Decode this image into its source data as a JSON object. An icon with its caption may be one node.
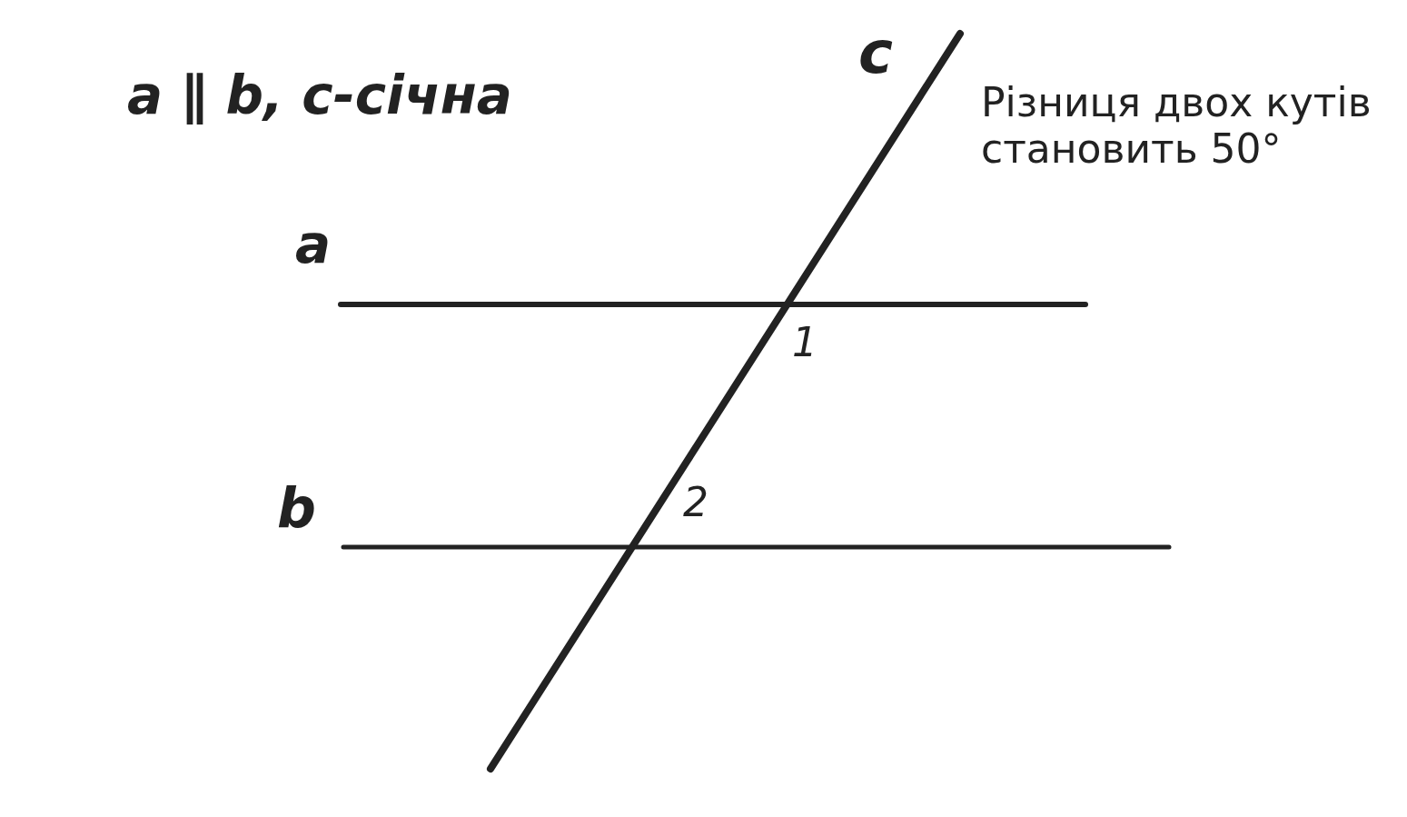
{
  "diagram": {
    "title": "a ∥ b, c-січна",
    "labels": [
      "c",
      "Різниця двох кутів становить 50°",
      "a",
      "1",
      "b",
      "2"
    ]
  }
}
